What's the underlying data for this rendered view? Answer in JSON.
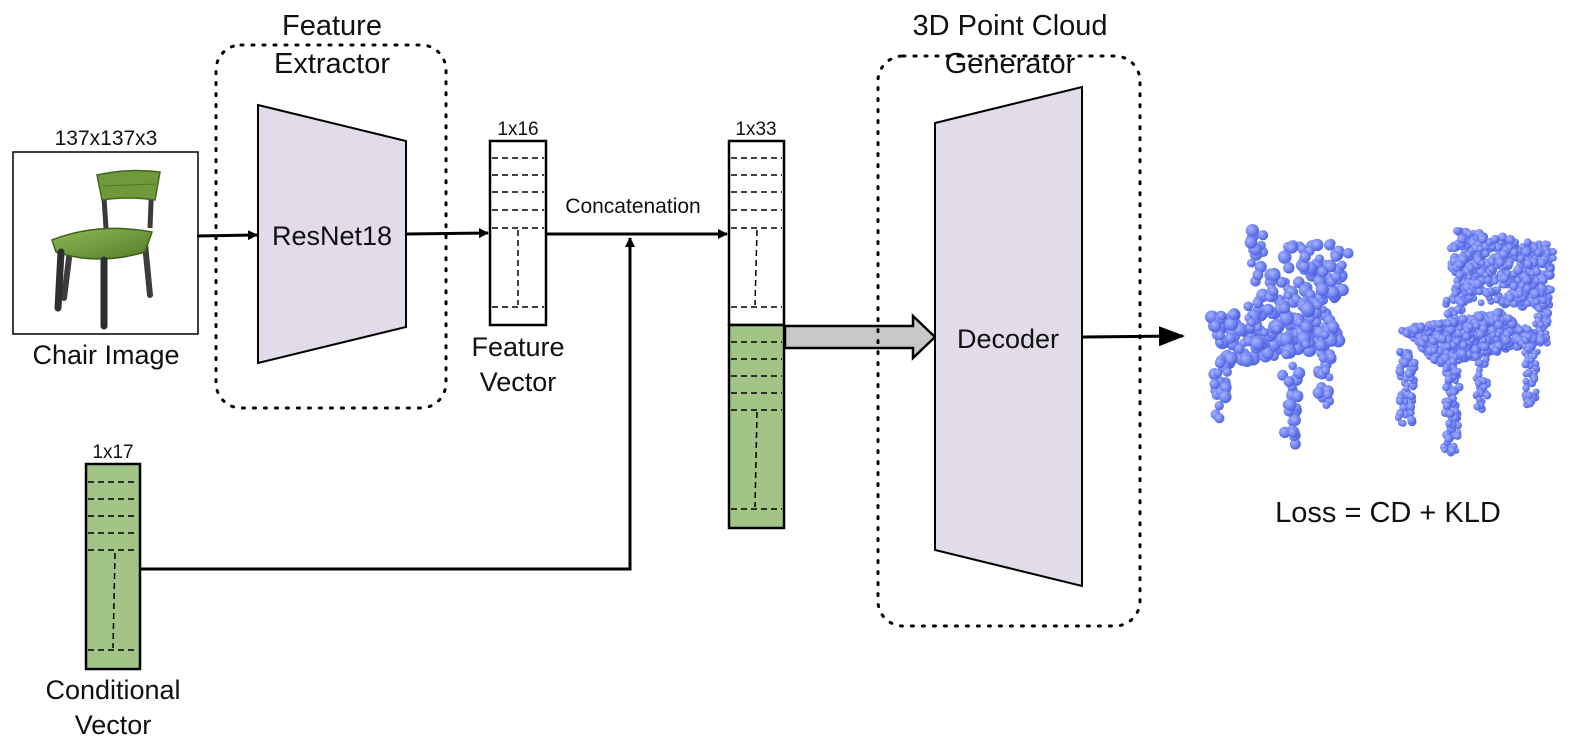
{
  "blocks": {
    "feature_extractor_title": [
      "Feature",
      "Extractor"
    ],
    "generator_title": [
      "3D Point Cloud",
      "Generator"
    ],
    "resnet_label": "ResNet18",
    "decoder_label": "Decoder"
  },
  "input": {
    "dims": "137x137x3",
    "caption": "Chair Image"
  },
  "vectors": {
    "feature": {
      "dims": "1x16",
      "caption": [
        "Feature",
        "Vector"
      ]
    },
    "concat": {
      "dims": "1x33"
    },
    "conditional": {
      "dims": "1x17",
      "caption": [
        "Conditional",
        "Vector"
      ]
    }
  },
  "operations": {
    "concatenation": "Concatenation"
  },
  "output": {
    "loss": "Loss = CD + KLD"
  },
  "colors": {
    "block_fill": "#e1dbea",
    "vector_green": "#a2c587",
    "point_cloud": "#6f82f2",
    "arrow_gray": "#c8c8c8",
    "chair_green": "#6e9a3c"
  }
}
